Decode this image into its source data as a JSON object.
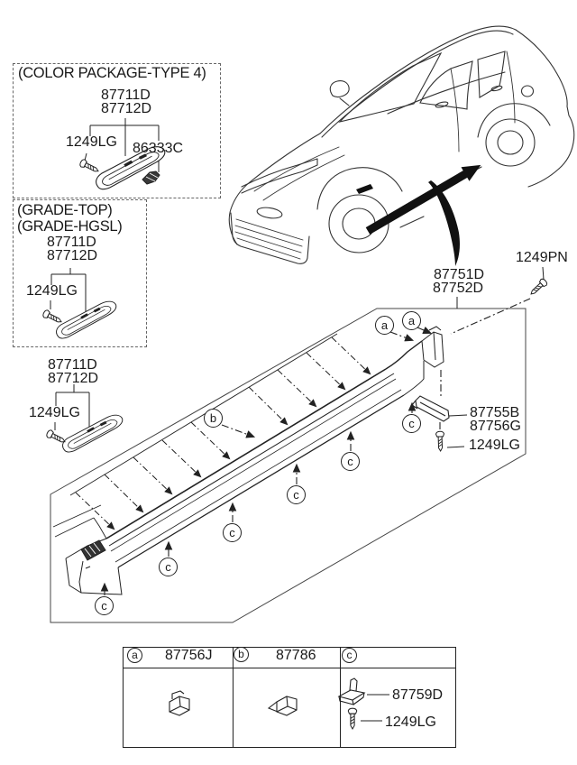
{
  "groups": {
    "color_package": {
      "title": "(COLOR PACKAGE-TYPE 4)",
      "part1": "87711D",
      "part2": "87712D",
      "screw": "1249LG",
      "clip": "86333C"
    },
    "grade_top": {
      "title_line1": "(GRADE-TOP)",
      "title_line2": "(GRADE-HGSL)",
      "part1": "87711D",
      "part2": "87712D",
      "screw": "1249LG"
    },
    "standard": {
      "part1": "87711D",
      "part2": "87712D",
      "screw": "1249LG"
    }
  },
  "main_assembly": {
    "part1": "87751D",
    "part2": "87752D",
    "screw_top": "1249PN",
    "bracket_part1": "87755B",
    "bracket_part2": "87756G",
    "bracket_screw": "1249LG"
  },
  "callouts": {
    "a": "a",
    "b": "b",
    "c": "c"
  },
  "legend_table": {
    "col_a_part": "87756J",
    "col_b_part": "87786",
    "col_c_clip": "87759D",
    "col_c_screw": "1249LG"
  },
  "colors": {
    "line": "#2b2b2b",
    "fill_dark": "#111111",
    "paper": "#ffffff"
  }
}
